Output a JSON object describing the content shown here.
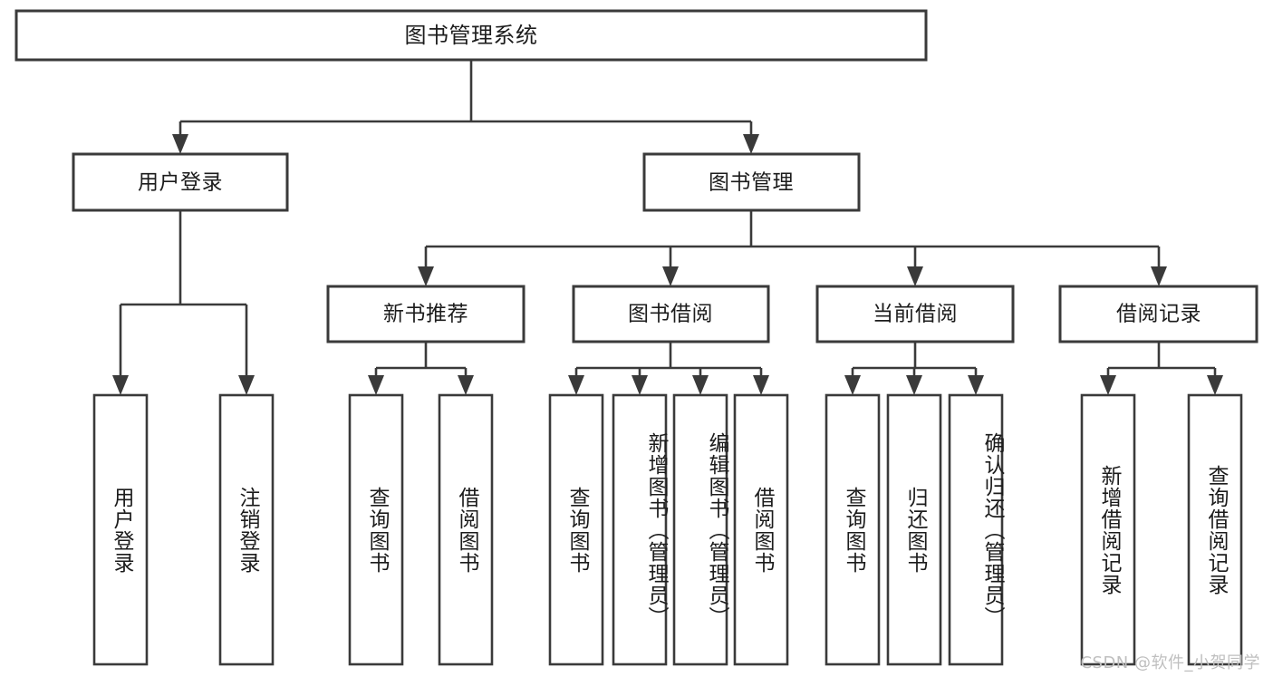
{
  "diagram": {
    "title": "图书管理系统",
    "type": "hierarchy-tree",
    "orientation": "top-down",
    "colors": {
      "box_stroke": "#3a3a3a",
      "box_fill": "#ffffff",
      "text": "#1c1c1c",
      "connector": "#3a3a3a",
      "background": "#ffffff",
      "watermark": "#bfbfbf"
    },
    "root": {
      "id": "root",
      "label": "图书管理系统"
    },
    "level2": [
      {
        "id": "user-login",
        "label": "用户登录"
      },
      {
        "id": "book-manage",
        "label": "图书管理"
      }
    ],
    "level3": [
      {
        "id": "new-book-recommend",
        "label": "新书推荐",
        "parent": "book-manage"
      },
      {
        "id": "book-borrow",
        "label": "图书借阅",
        "parent": "book-manage"
      },
      {
        "id": "current-borrow",
        "label": "当前借阅",
        "parent": "book-manage"
      },
      {
        "id": "borrow-record",
        "label": "借阅记录",
        "parent": "book-manage"
      }
    ],
    "leaves": {
      "user-login": [
        {
          "id": "leaf-user-login",
          "label": "用户登录"
        },
        {
          "id": "leaf-logout-login",
          "label": "注销登录"
        }
      ],
      "new-book-recommend": [
        {
          "id": "leaf-query-book-1",
          "label": "查询图书"
        },
        {
          "id": "leaf-borrow-book-1",
          "label": "借阅图书"
        }
      ],
      "book-borrow": [
        {
          "id": "leaf-query-book-2",
          "label": "查询图书"
        },
        {
          "id": "leaf-add-book",
          "label": "新增图书（管理员）"
        },
        {
          "id": "leaf-edit-book",
          "label": "编辑图书（管理员）"
        },
        {
          "id": "leaf-borrow-book-2",
          "label": "借阅图书"
        }
      ],
      "current-borrow": [
        {
          "id": "leaf-query-book-3",
          "label": "查询图书"
        },
        {
          "id": "leaf-return-book",
          "label": "归还图书"
        },
        {
          "id": "leaf-confirm-return",
          "label": "确认归还（管理员）"
        }
      ],
      "borrow-record": [
        {
          "id": "leaf-add-record",
          "label": "新增借阅记录"
        },
        {
          "id": "leaf-query-record",
          "label": "查询借阅记录"
        }
      ]
    }
  },
  "watermark": {
    "text": "CSDN @软件_小贺同学"
  }
}
